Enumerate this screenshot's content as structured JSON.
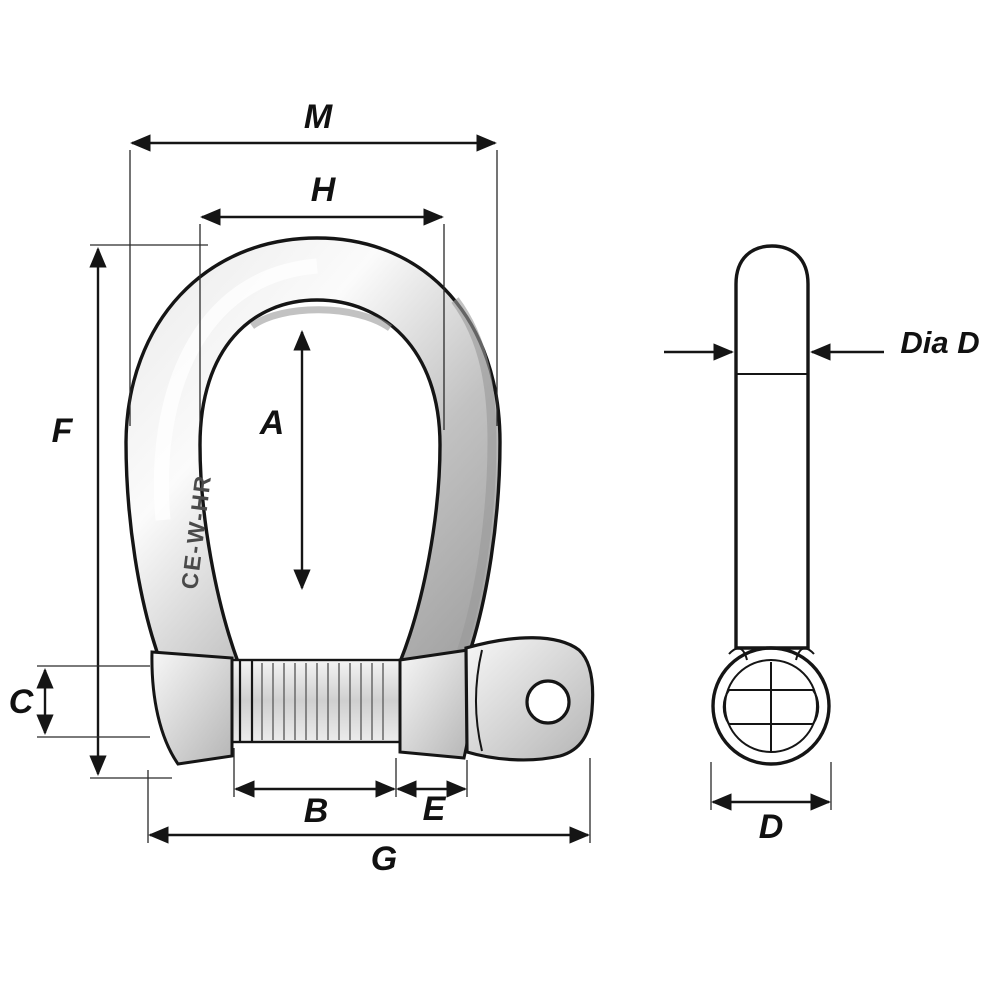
{
  "diagram": {
    "type": "technical dimensional drawing",
    "subject": "bow shackle with screw pin, front view and pin side view",
    "colors": {
      "background": "#ffffff",
      "line": "#151515",
      "metal_light": "#fdfdfd",
      "metal_mid": "#c9c9c9",
      "metal_dark": "#8d8d8d"
    },
    "front_view": {
      "engraving": "CE-W-HR",
      "dimensions": {
        "M": "M",
        "H": "H",
        "A": "A",
        "F": "F",
        "C": "C",
        "B": "B",
        "E": "E",
        "G": "G"
      }
    },
    "side_view": {
      "dimensions": {
        "diaD": "Dia D",
        "D": "D"
      }
    }
  }
}
